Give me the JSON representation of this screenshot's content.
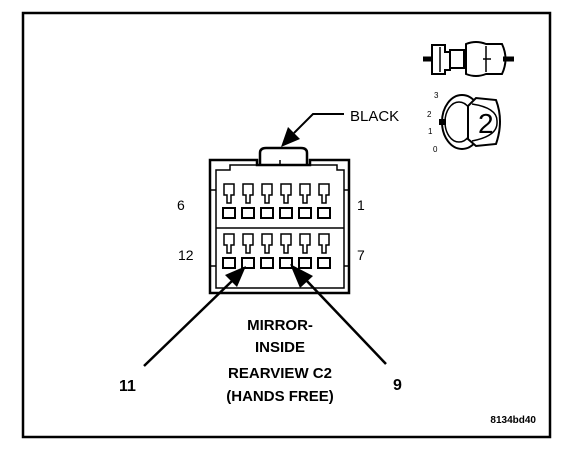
{
  "connector_color_label": "BLACK",
  "pin_labels": {
    "top_left": "6",
    "top_right": "1",
    "bottom_left": "12",
    "bottom_right": "7"
  },
  "callouts": {
    "left": "11",
    "right": "9"
  },
  "title_lines": [
    "MIRROR-",
    "INSIDE",
    "REARVIEW C2",
    "(HANDS FREE)"
  ],
  "figure_code": "8134bd40",
  "connector_icon": {
    "badge_number": "2",
    "position_numbers": [
      "3",
      "2",
      "1",
      "0"
    ]
  }
}
